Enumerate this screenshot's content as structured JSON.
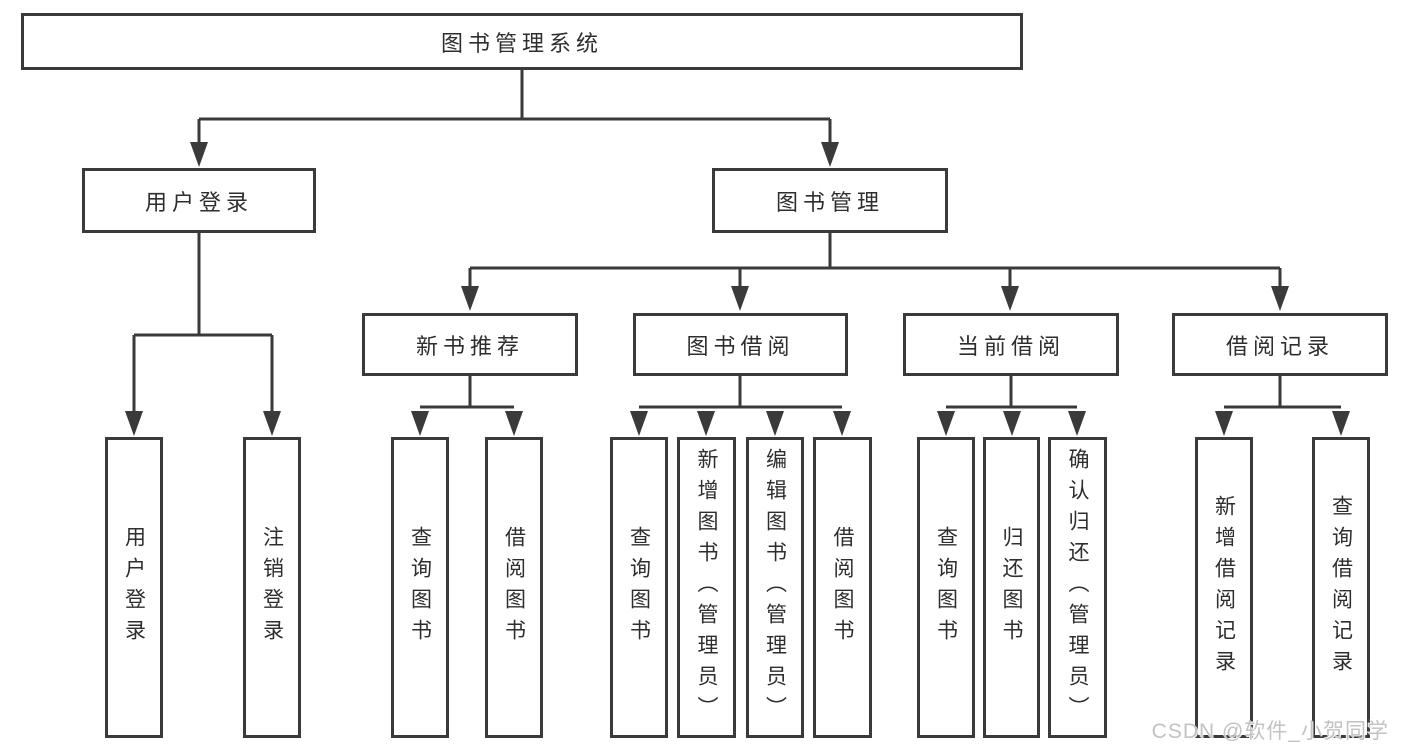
{
  "tree": {
    "root": "图书管理系统",
    "children": [
      {
        "label": "用户登录",
        "children": [
          "用户登录",
          "注销登录"
        ]
      },
      {
        "label": "图书管理",
        "children": [
          {
            "label": "新书推荐",
            "children": [
              "查询图书",
              "借阅图书"
            ]
          },
          {
            "label": "图书借阅",
            "children": [
              "查询图书",
              "新增图书（管理员）",
              "编辑图书（管理员）",
              "借阅图书"
            ]
          },
          {
            "label": "当前借阅",
            "children": [
              "查询图书",
              "归还图书",
              "确认归还（管理员）"
            ]
          },
          {
            "label": "借阅记录",
            "children": [
              "新增借阅记录",
              "查询借阅记录"
            ]
          }
        ]
      }
    ]
  },
  "watermark": {
    "text": "CSDN @软件_小贺同学"
  },
  "colors": {
    "line": "#3a3a3a",
    "text": "#2e2e2e",
    "watermark": "#c2c2c2"
  }
}
